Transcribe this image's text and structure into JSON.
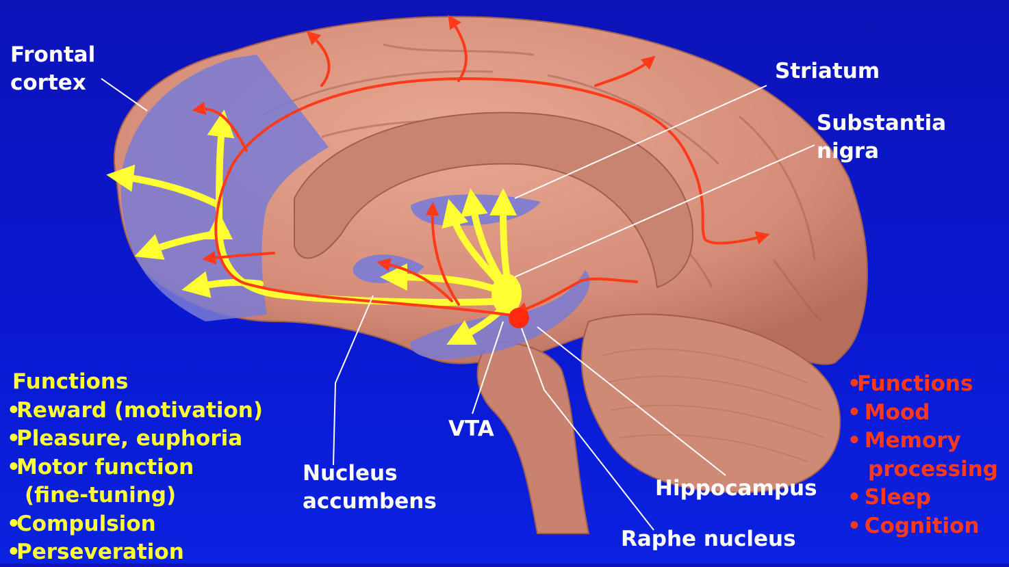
{
  "labels": {
    "frontal_cortex": [
      "Frontal",
      "cortex"
    ],
    "striatum": "Striatum",
    "substantia_nigra": [
      "Substantia",
      "nigra"
    ],
    "vta": "VTA",
    "nucleus_accumbens": [
      "Nucleus",
      "accumbens"
    ],
    "hippocampus": "Hippocampus",
    "raphe_nucleus": "Raphe nucleus"
  },
  "dopamine_functions": {
    "heading": "Functions",
    "items": [
      "Reward (motivation)",
      "Pleasure, euphoria",
      "Motor function",
      "(fine-tuning)",
      "Compulsion",
      "Perseveration"
    ]
  },
  "serotonin_functions": {
    "heading": "Functions",
    "items": [
      "Mood",
      "Memory",
      "processing",
      "Sleep",
      "Cognition"
    ]
  },
  "colors": {
    "background": "#0a18d0",
    "brain": "#d9907a",
    "dopamine_pathway": "#ffff33",
    "serotonin_pathway": "#ff3a1a",
    "highlight_region": "#7a7bd6",
    "leader_line": "#ffffff"
  }
}
